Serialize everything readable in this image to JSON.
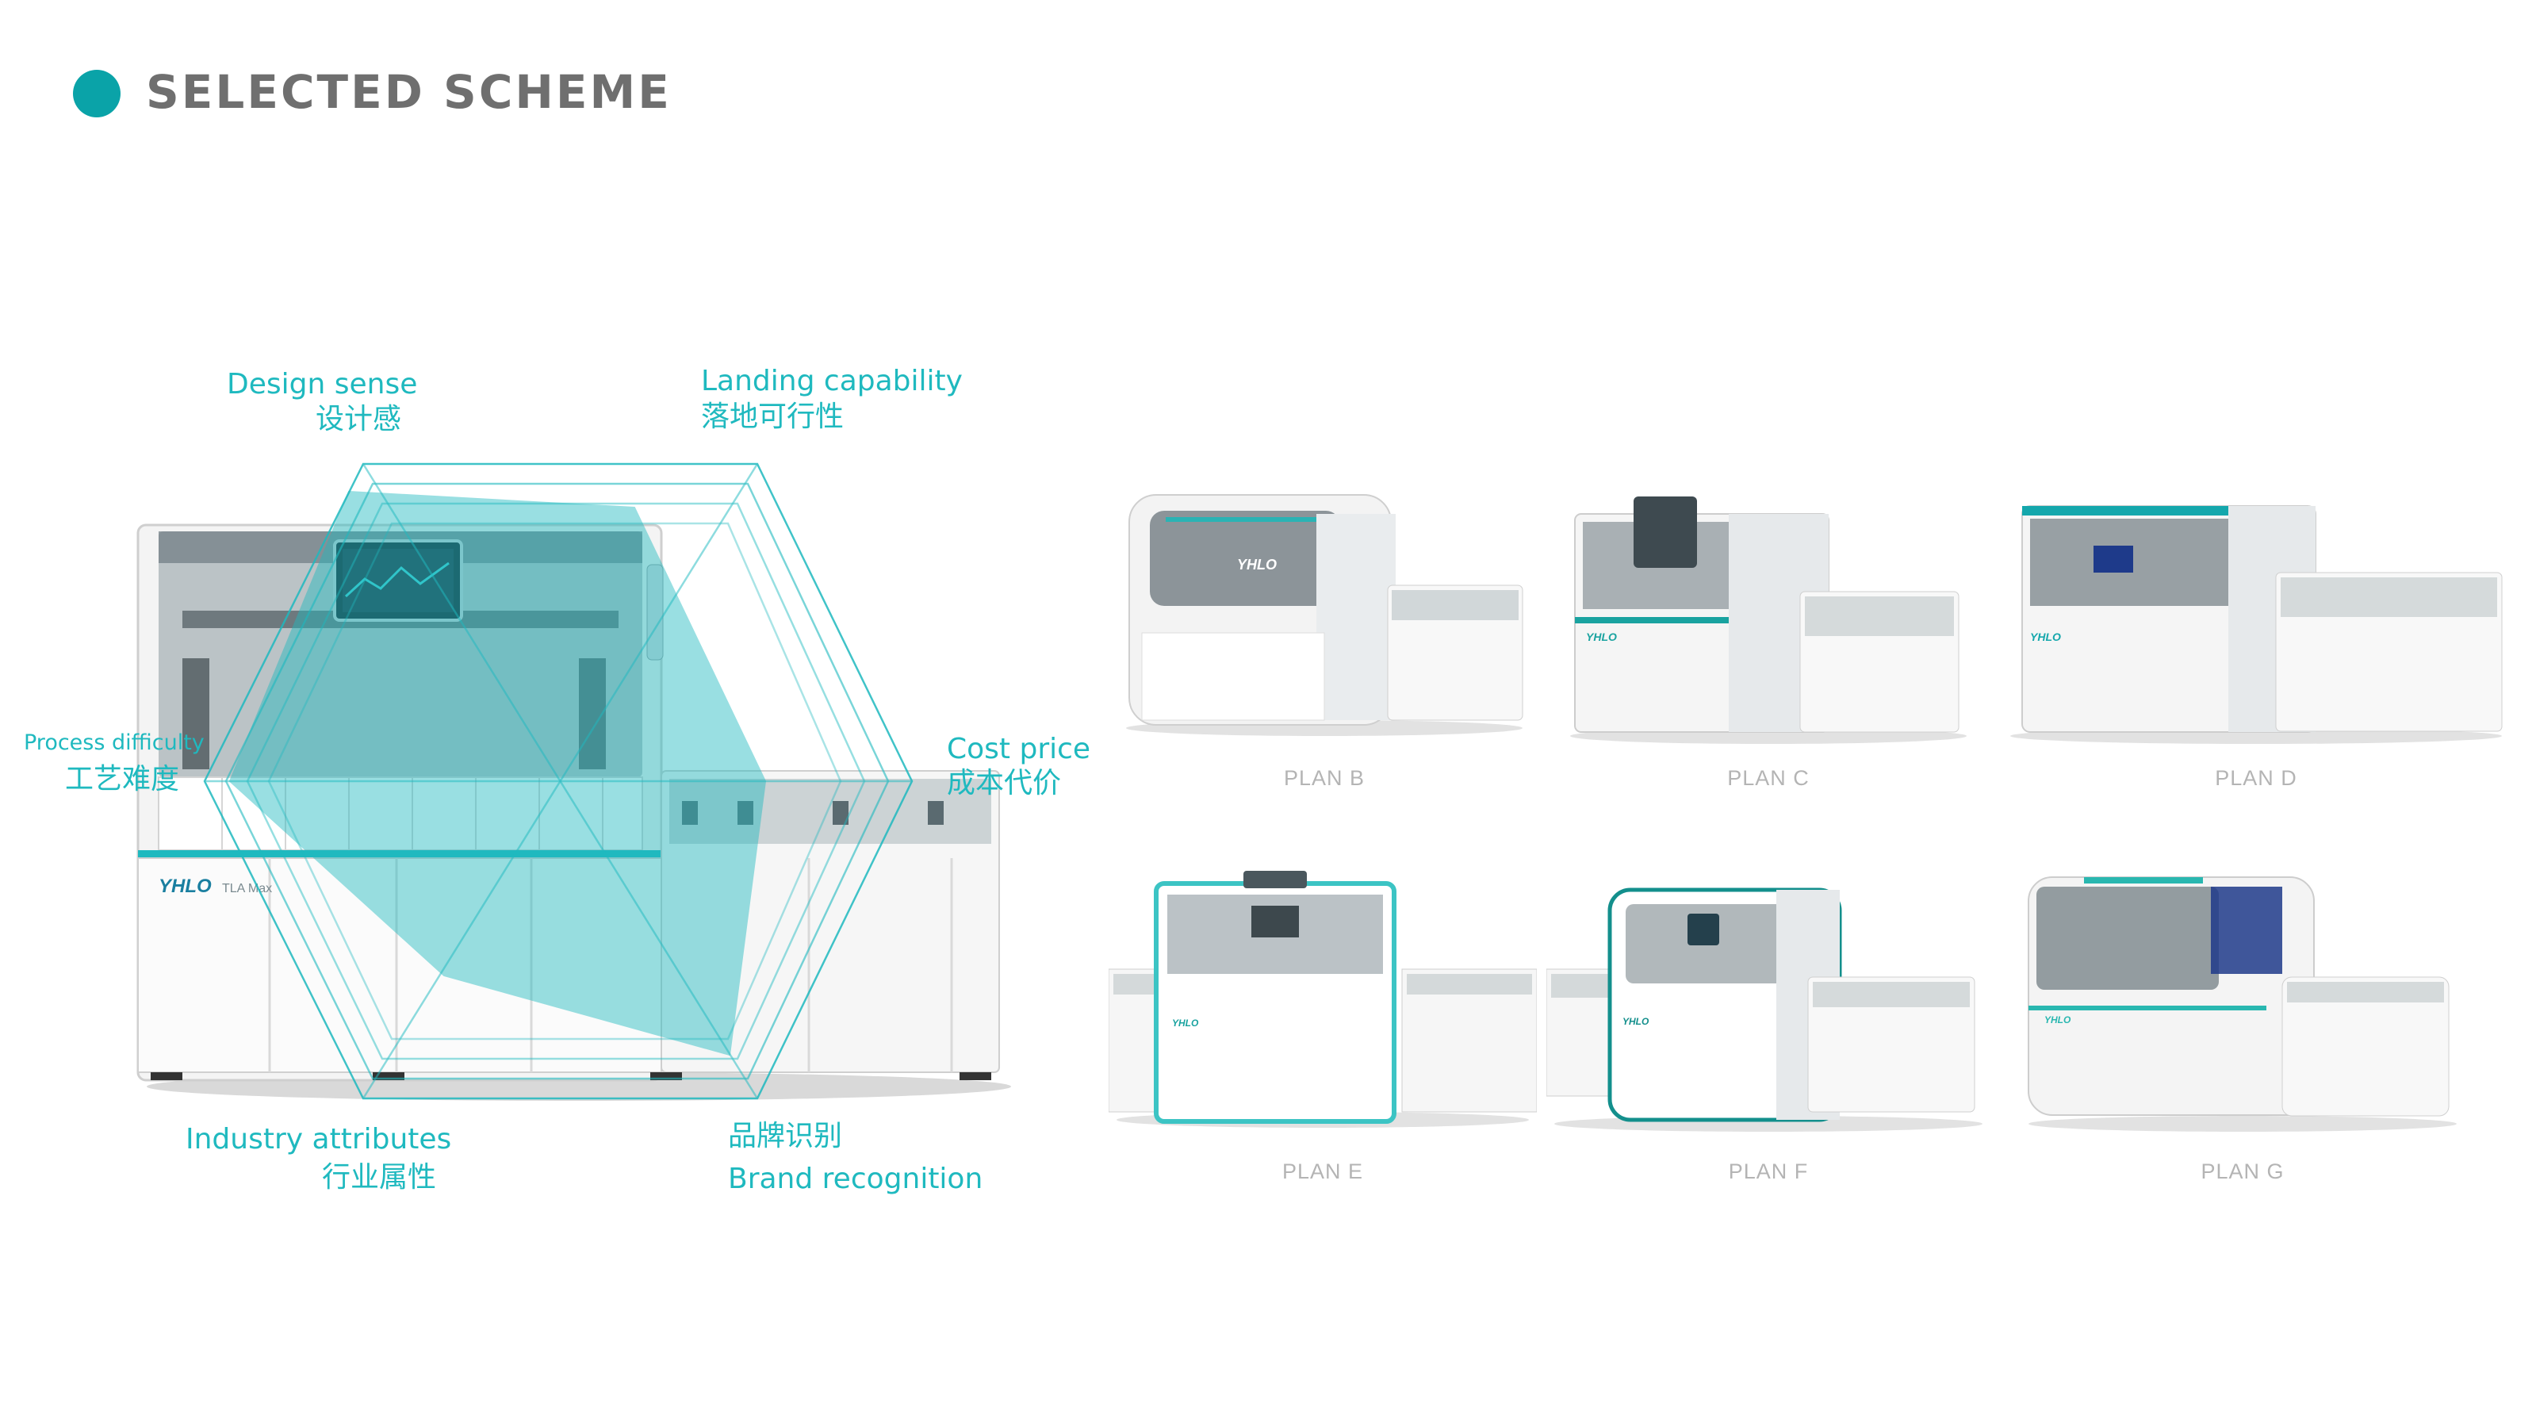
{
  "header": {
    "title": "SELECTED SCHEME",
    "accent_color": "#0aa3a8"
  },
  "main_scheme": {
    "brand": "YHLO",
    "model": "TLA Max"
  },
  "radar": {
    "color": "#1fb9bf",
    "axes": [
      {
        "key": "design",
        "en": "Design sense",
        "cn": "设计感"
      },
      {
        "key": "landing",
        "en": "Landing capability",
        "cn": "落地可行性"
      },
      {
        "key": "cost",
        "en": "Cost price",
        "cn": "成本代价"
      },
      {
        "key": "brand",
        "en": "Brand recognition",
        "cn": "品牌识别"
      },
      {
        "key": "industry",
        "en": "Industry attributes",
        "cn": "行业属性"
      },
      {
        "key": "process",
        "en": "Process difficulty",
        "cn": "工艺难度"
      }
    ]
  },
  "plans": [
    {
      "label": "PLAN B",
      "brand": "YHLO",
      "accent": "#2ab3b4"
    },
    {
      "label": "PLAN C",
      "brand": "YHLO",
      "accent": "#1aa3a0"
    },
    {
      "label": "PLAN D",
      "brand": "YHLO",
      "accent": "#14a7ac"
    },
    {
      "label": "PLAN E",
      "brand": "YHLO",
      "accent": "#3cc4c4"
    },
    {
      "label": "PLAN F",
      "brand": "YHLO",
      "accent": "#138f8c"
    },
    {
      "label": "PLAN G",
      "brand": "YHLO",
      "accent": "#29b7b0"
    }
  ]
}
